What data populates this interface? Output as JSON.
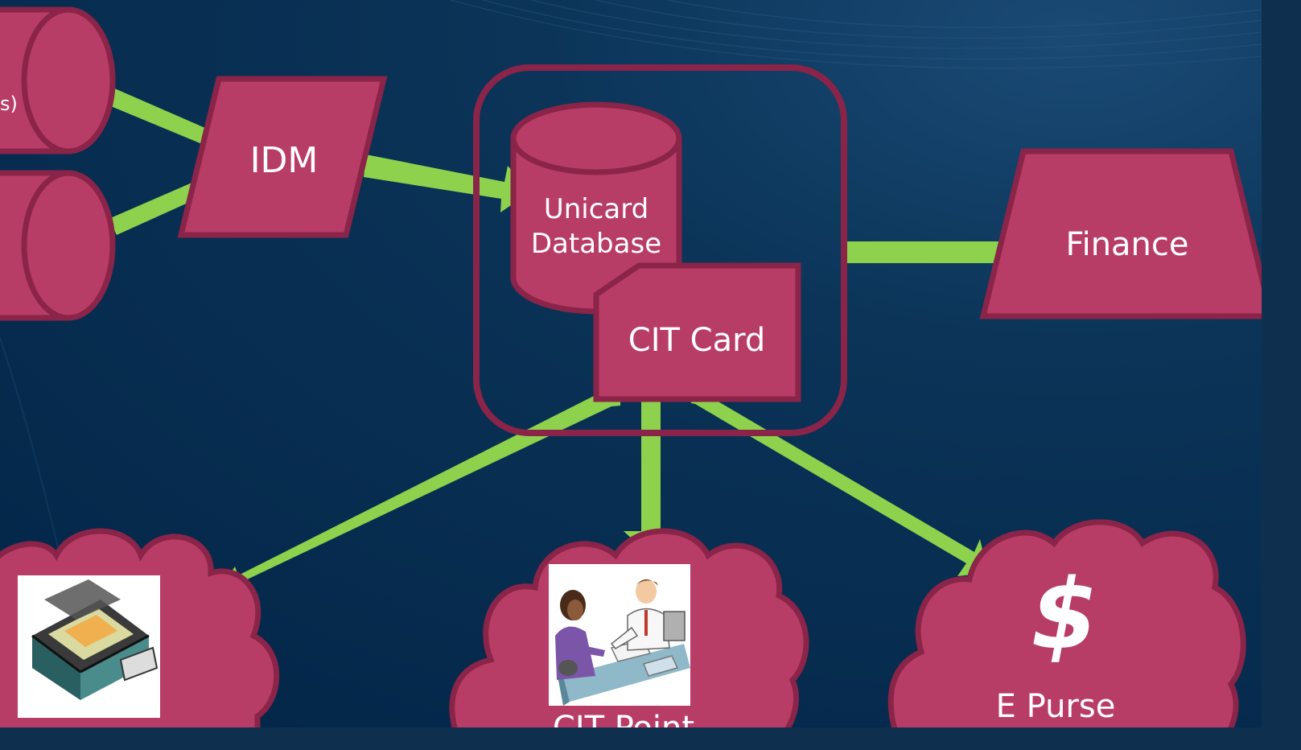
{
  "colors": {
    "background": "#06294a",
    "shape_fill": "#b83d66",
    "shape_stroke": "#8a2448",
    "arrow": "#8ed14c",
    "text": "#ffffff"
  },
  "nodes": {
    "source_top_label": "s)",
    "idm_label": "IDM",
    "unicard_db_line1": "Unicard",
    "unicard_db_line2": "Database",
    "cit_card_label": "CIT Card",
    "finance_label": "Finance",
    "cit_point_label": "CIT Point",
    "e_purse_label": "E Purse",
    "e_purse_symbol": "$"
  },
  "icons": {
    "copier": "photocopier-clipart-icon",
    "service_desk": "service-desk-clipart-icon"
  }
}
